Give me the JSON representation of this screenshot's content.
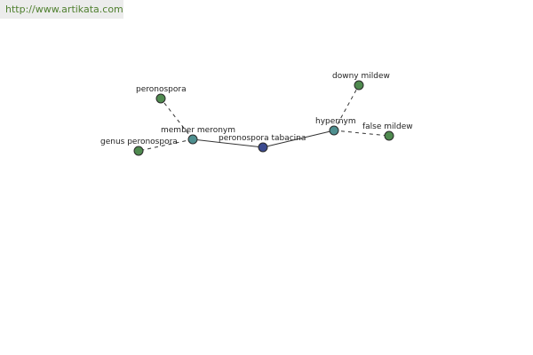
{
  "site": {
    "url_text": "http://www.artikata.com"
  },
  "colors": {
    "leaf_node": "#4f8a4f",
    "relation_node": "#4e8f8f",
    "center_node": "#3b4a8f",
    "node_stroke": "#2a2a2a",
    "link": "#4f7f2e"
  },
  "graph": {
    "center": {
      "label": "peronospora tabacina"
    },
    "relations": [
      {
        "label": "member meronym",
        "edge_style": "solid"
      },
      {
        "label": "hypernym",
        "edge_style": "solid"
      }
    ],
    "leaves": [
      {
        "label": "peronospora",
        "relation": "member meronym"
      },
      {
        "label": "genus peronospora",
        "relation": "member meronym"
      },
      {
        "label": "downy mildew",
        "relation": "hypernym"
      },
      {
        "label": "false mildew",
        "relation": "hypernym"
      }
    ]
  }
}
